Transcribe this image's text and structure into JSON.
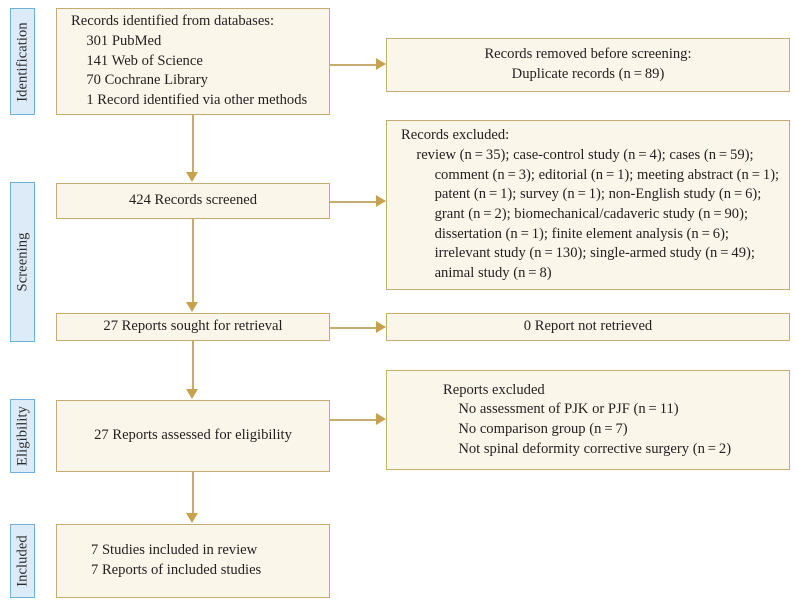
{
  "diagram": {
    "title": "PRISMA 2020 flow diagram",
    "colors": {
      "box_fill": "#faf6ea",
      "box_border": "#c6ac70",
      "arrow": "#c6a14e",
      "stage_fill": "#dcebf7",
      "stage_border": "#6fb0da",
      "text": "#231f20",
      "background": "#ffffff"
    }
  },
  "stages": [
    {
      "id": "identification",
      "label": "Identification"
    },
    {
      "id": "screening",
      "label": "Screening"
    },
    {
      "id": "eligibility",
      "label": "Eligibility"
    },
    {
      "id": "included",
      "label": "Included"
    }
  ],
  "main_flow": [
    {
      "id": "records-identified",
      "lines": [
        {
          "text": "Records identified from databases:",
          "indent": 0
        },
        {
          "text": "301 PubMed",
          "indent": 1
        },
        {
          "text": "141 Web of Science",
          "indent": 1
        },
        {
          "text": " 70 Cochrane Library",
          "indent": 1
        },
        {
          "text": "1 Record identified via other methods",
          "indent": 1
        }
      ]
    },
    {
      "id": "records-screened",
      "lines": [
        {
          "text": "424 Records screened",
          "indent": 0
        }
      ]
    },
    {
      "id": "reports-sought",
      "lines": [
        {
          "text": "27 Reports sought for retrieval",
          "indent": 0
        }
      ]
    },
    {
      "id": "reports-assessed",
      "lines": [
        {
          "text": "27 Reports assessed for eligibility",
          "indent": 0
        }
      ]
    },
    {
      "id": "studies-included",
      "lines": [
        {
          "text": "7 Studies included in review",
          "indent": 0
        },
        {
          "text": "7 Reports of included studies",
          "indent": 0
        }
      ]
    }
  ],
  "side_flow": [
    {
      "id": "records-removed",
      "lines": [
        {
          "text": "Records removed before screening:",
          "indent": 0
        },
        {
          "text": "Duplicate records (n = 89)",
          "indent": 0
        }
      ]
    },
    {
      "id": "records-excluded",
      "lines": [
        {
          "text": "Records excluded:",
          "indent": 0
        },
        {
          "text": "review (n = 35); case-control study (n = 4); cases (n = 59);",
          "indent": 1
        },
        {
          "text": "comment (n = 3); editorial (n = 1); meeting abstract (n = 1);",
          "indent": 2
        },
        {
          "text": "patent (n = 1); survey (n = 1); non-English study (n = 6);",
          "indent": 2
        },
        {
          "text": "grant (n = 2); biomechanical/cadaveric study (n = 90);",
          "indent": 2
        },
        {
          "text": "dissertation (n = 1); finite element analysis (n = 6);",
          "indent": 2
        },
        {
          "text": "irrelevant study (n = 130); single-armed study (n = 49);",
          "indent": 2
        },
        {
          "text": "animal study (n = 8)",
          "indent": 2
        }
      ]
    },
    {
      "id": "reports-not-retrieved",
      "lines": [
        {
          "text": "0 Report not retrieved",
          "indent": 0
        }
      ]
    },
    {
      "id": "reports-excluded",
      "lines": [
        {
          "text": "Reports excluded",
          "indent": 0
        },
        {
          "text": "No assessment of PJK or PJF (n = 11)",
          "indent": 1
        },
        {
          "text": "No comparison group (n = 7)",
          "indent": 1
        },
        {
          "text": "Not spinal deformity corrective surgery (n = 2)",
          "indent": 1
        }
      ]
    }
  ],
  "connectors": [
    {
      "id": "identified-to-screened",
      "direction": "down"
    },
    {
      "id": "identified-to-removed",
      "direction": "right"
    },
    {
      "id": "screened-to-sought",
      "direction": "down"
    },
    {
      "id": "screened-to-excluded",
      "direction": "right"
    },
    {
      "id": "sought-to-assessed",
      "direction": "down"
    },
    {
      "id": "sought-to-not-retrieved",
      "direction": "right"
    },
    {
      "id": "assessed-to-included",
      "direction": "down"
    },
    {
      "id": "assessed-to-excluded",
      "direction": "right"
    }
  ]
}
